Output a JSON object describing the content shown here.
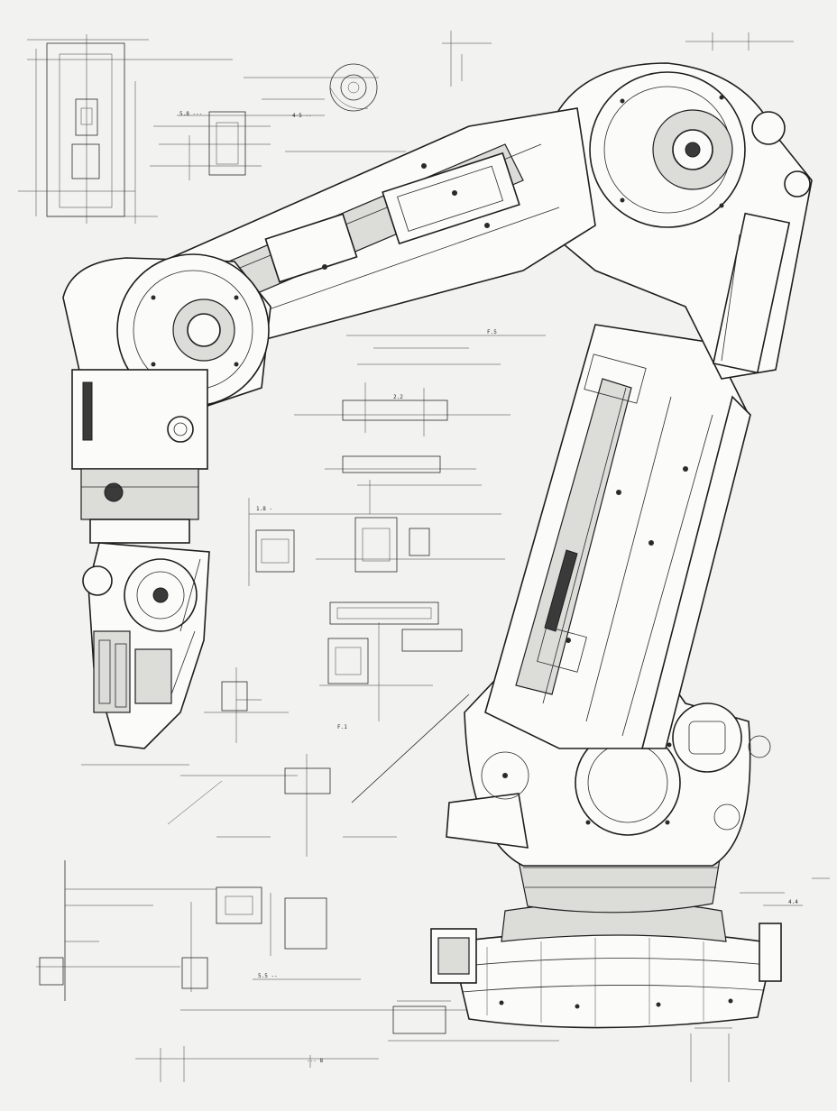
{
  "drawing": {
    "style": "monochrome technical line drawing",
    "subject_icon": "industrial-robot-arm-icon",
    "colors": {
      "paper": "#f2f2f0",
      "ink": "#1e1e1e",
      "panel": "#fbfbfa",
      "shade": "#dcdcd8"
    },
    "annotations": [
      "5.8 ---",
      "4-5 --",
      "F.5",
      "2.2",
      "1.8 -",
      "F.1",
      "5.5 --",
      "4.4",
      "--- 8"
    ]
  }
}
